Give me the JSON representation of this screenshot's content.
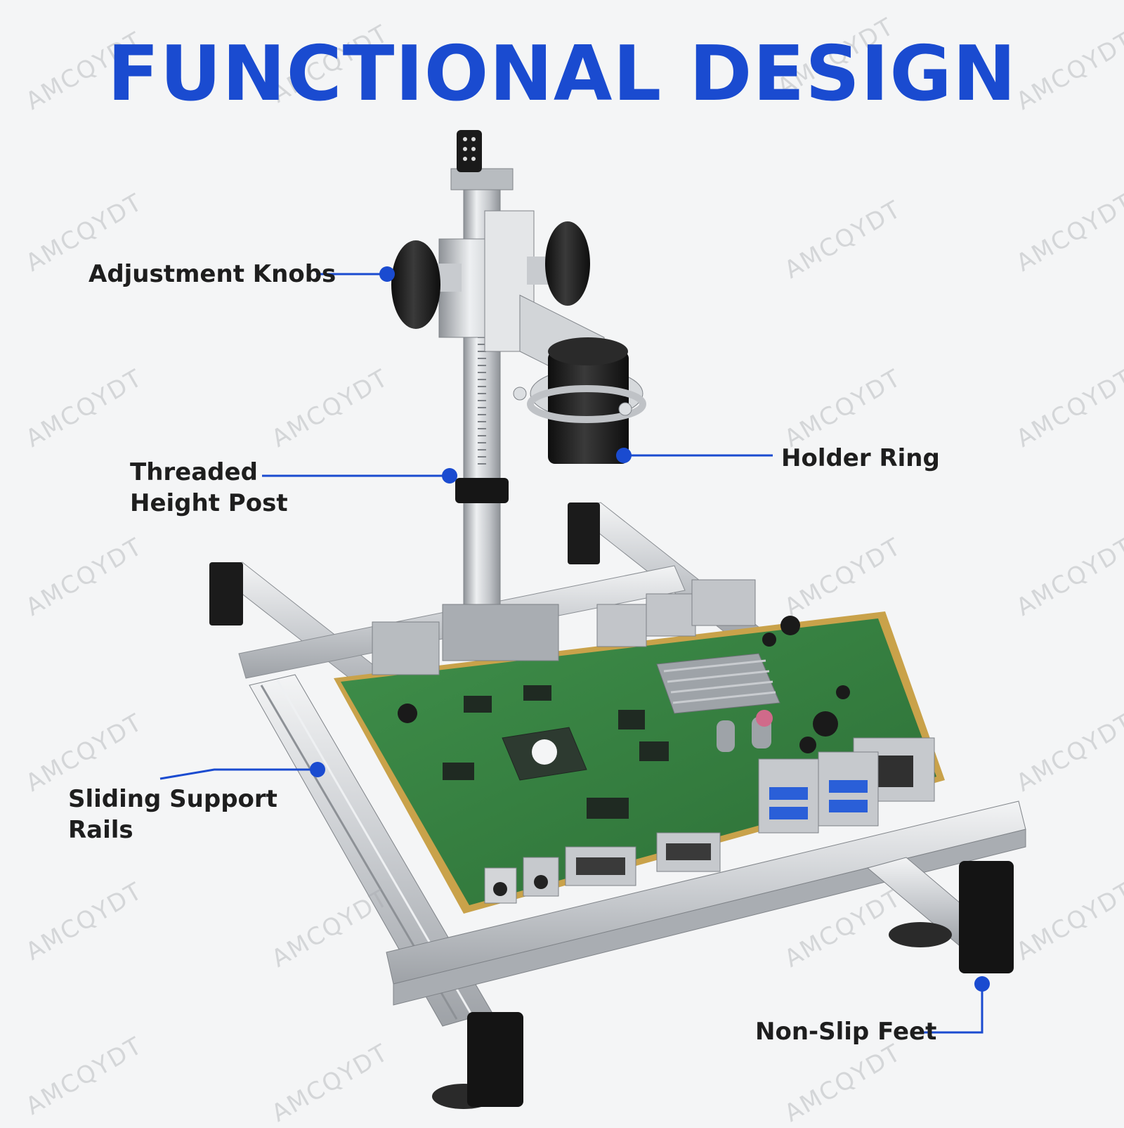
{
  "title": "FUNCTIONAL DESIGN",
  "watermark": "AMCQYDT",
  "accent_color": "#1a4bd0",
  "callouts": {
    "adjustment_knobs": "Adjustment Knobs",
    "height_post_line1": "Threaded",
    "height_post_line2": "Height Post",
    "holder_ring": "Holder Ring",
    "rails_line1": "Sliding Support",
    "rails_line2": "Rails",
    "feet": "Non-Slip Feet"
  }
}
